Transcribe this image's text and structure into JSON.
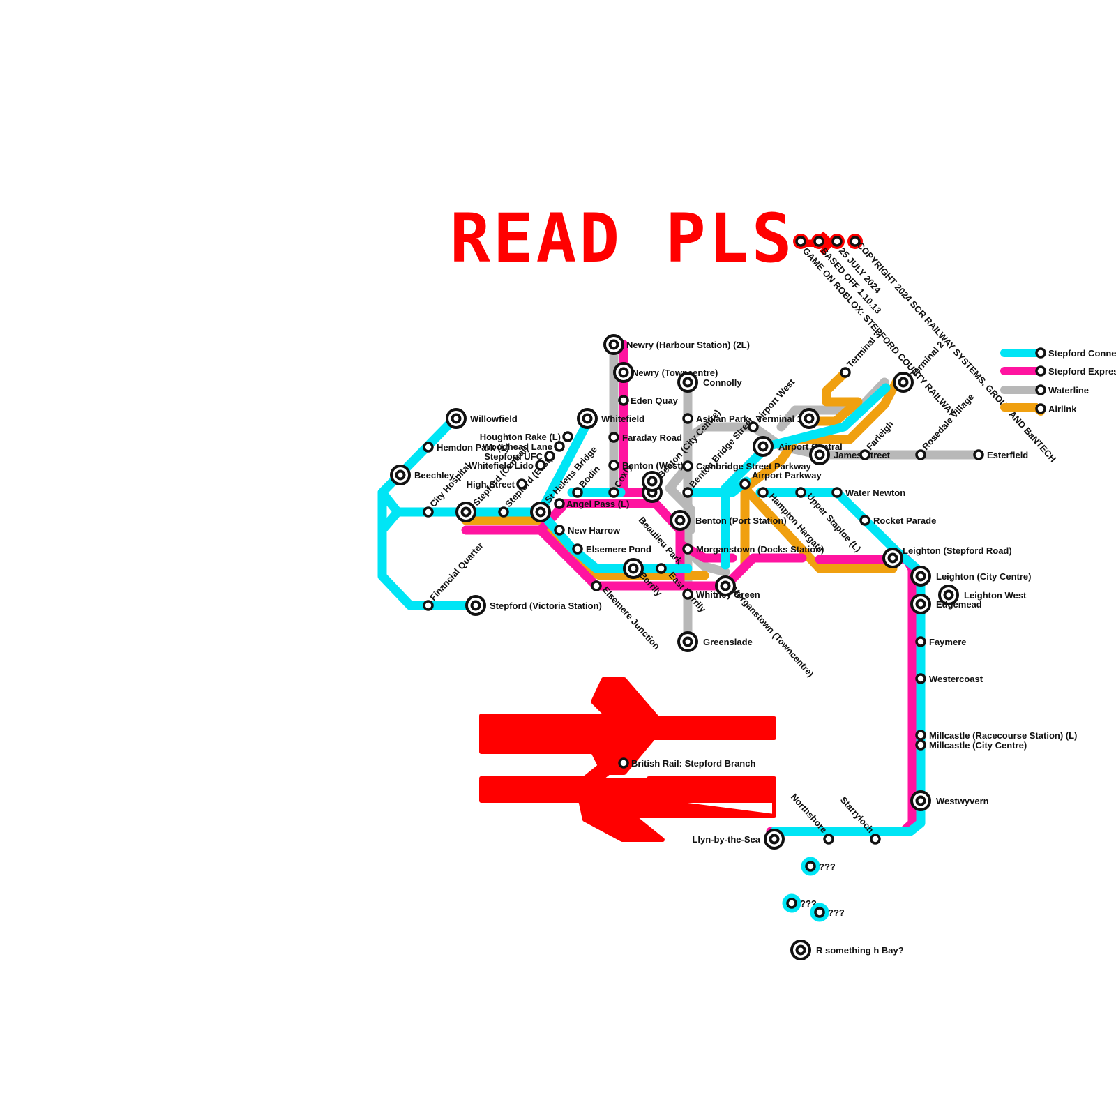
{
  "banner": {
    "text": "READ PLS→",
    "color": "#ff0000",
    "notes": [
      "GAME ON ROBLOX: STEPFORD COUNTY RAILWAY",
      "BASED OFF 1.10.13",
      "25 JULY 2024",
      "COPYRIGHT 2024 SCR RAILWAY SYSTEMS, GROUP AND BaNTECH"
    ]
  },
  "legend": [
    {
      "name": "Stepford Connect",
      "color": "#00e5f5"
    },
    {
      "name": "Stepford Express",
      "color": "#ff14a0"
    },
    {
      "name": "Waterline",
      "color": "#b8b8b8"
    },
    {
      "name": "Airlink",
      "color": "#f0a010"
    }
  ],
  "logo": {
    "name": "British Rail double-arrow logo",
    "color": "#ff0000",
    "caption": "British Rail: Stepford Branch"
  },
  "stations": [
    "Willowfield",
    "Hemdon Park (L)",
    "Beechley",
    "City Hospital",
    "Financial Quarter",
    "Stepford (Victoria Station)",
    "Stepford (Central)",
    "Stepford (East)",
    "High Street",
    "Whitefield Lido",
    "Stepford UFC",
    "Woodhead Lane",
    "Houghton Rake (L)",
    "Whitefield",
    "St Helens Bridge",
    "Bodin",
    "Angel Pass (L)",
    "New Harrow",
    "Elsemere Pond",
    "Elsemere Junction",
    "Berrily",
    "East Berrily",
    "Newry (Harbour Station) (2L)",
    "Newry (Towncentre)",
    "Eden Quay",
    "Faraday Road",
    "Benton (West)",
    "Coxly",
    "Beaulieu Park",
    "Benton (City Centre)",
    "Benton (Port Station)",
    "Morganstown (Docks Station)",
    "Whitney Green",
    "Morganstown (Towncentre)",
    "Greenslade",
    "Connolly",
    "Ashlan Park",
    "Cambridge Street Parkway",
    "Benton Bridge Street",
    "Airport West",
    "Terminal 1",
    "Airport Central",
    "Airport Parkway",
    "Hampton Hargate",
    "Upper Staploe (L)",
    "Terminal 3",
    "Terminal 2",
    "James Street",
    "Farleigh",
    "Rosedale Village",
    "Esterfield",
    "Water Newton",
    "Rocket Parade",
    "Leighton (Stepford Road)",
    "Leighton (City Centre)",
    "Leighton West",
    "Edgemead",
    "Faymere",
    "Westercoast",
    "Millcastle (Racecourse Station) (L)",
    "Millcastle (City Centre)",
    "Westwyvern",
    "Northshore",
    "Starryloch",
    "Llyn-by-the-Sea",
    "???",
    "???",
    "???",
    "R something h Bay?"
  ]
}
